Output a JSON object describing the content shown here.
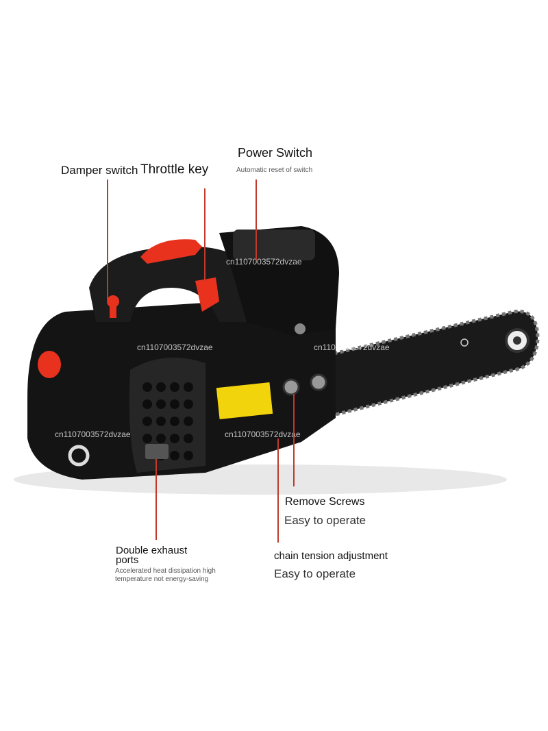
{
  "callouts": {
    "damper_switch": "Damper switch",
    "throttle_key": "Throttle key",
    "power_switch": "Power Switch",
    "power_switch_sub": "Automatic reset of switch",
    "remove_screws": "Remove Screws",
    "remove_screws_sub": "Easy to operate",
    "double_exhaust": "Double exhaust ports",
    "double_exhaust_sub": "Accelerated heat dissipation high temperature not energy-saving",
    "chain_tension": "chain tension adjustment",
    "chain_tension_sub": "Easy to operate"
  },
  "watermark": "cn1107003572dvzae",
  "colors": {
    "body": "#141414",
    "accent_red": "#e8321e",
    "leader": "#c0392b",
    "warning_label": "#f2d40c"
  }
}
